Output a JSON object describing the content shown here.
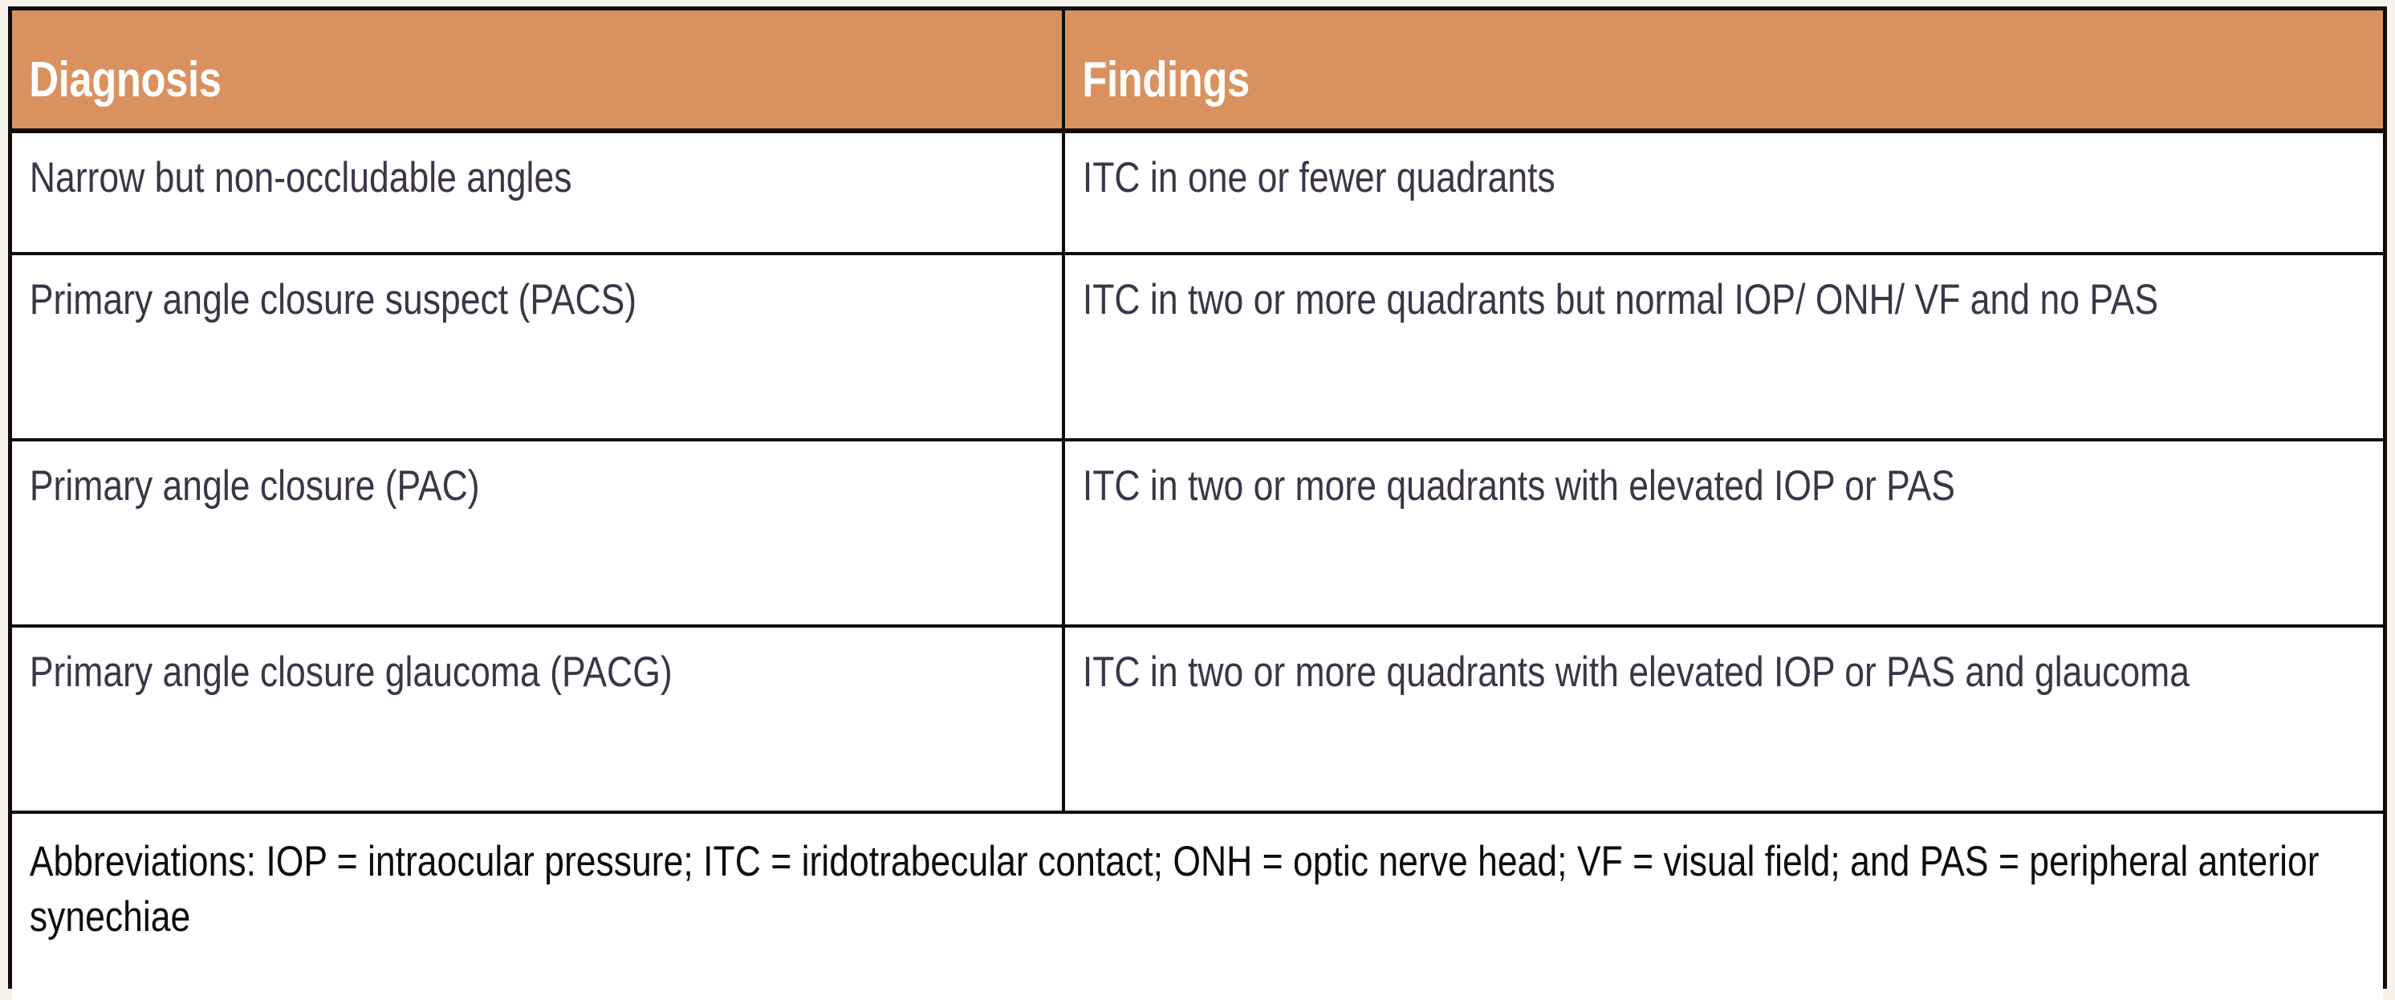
{
  "table": {
    "columns": [
      {
        "key": "diagnosis",
        "label": "Diagnosis"
      },
      {
        "key": "findings",
        "label": "Findings"
      }
    ],
    "header": {
      "diagnosis_label": "Diagnosis",
      "findings_label": "Findings",
      "background_color": "#D9915F",
      "text_color": "#FFFFFF"
    },
    "rows": [
      {
        "diagnosis": "Narrow but non-occludable angles",
        "findings": "ITC in one or fewer quadrants"
      },
      {
        "diagnosis": "Primary angle closure suspect (PACS)",
        "findings": "ITC in two or more quadrants but normal IOP/ ONH/ VF and no PAS"
      },
      {
        "diagnosis": "Primary angle closure (PAC)",
        "findings": "ITC in two or more quadrants with elevated IOP or PAS"
      },
      {
        "diagnosis": "Primary angle closure glaucoma (PACG)",
        "findings": "ITC in two or more quadrants with elevated IOP or PAS and glaucoma"
      }
    ],
    "footnote": "Abbreviations: IOP = intraocular pressure; ITC = iridotrabecular contact; ONH = optic nerve head; VF = visual field; and PAS = peripheral anterior synechiae",
    "colors": {
      "page_background": "#F7F2EC",
      "cell_background": "#FFFFFF",
      "border": "#0D0D0D",
      "body_text": "#3D3547",
      "footnote_text": "#0D0D0D",
      "accent": "#D9915F"
    }
  }
}
